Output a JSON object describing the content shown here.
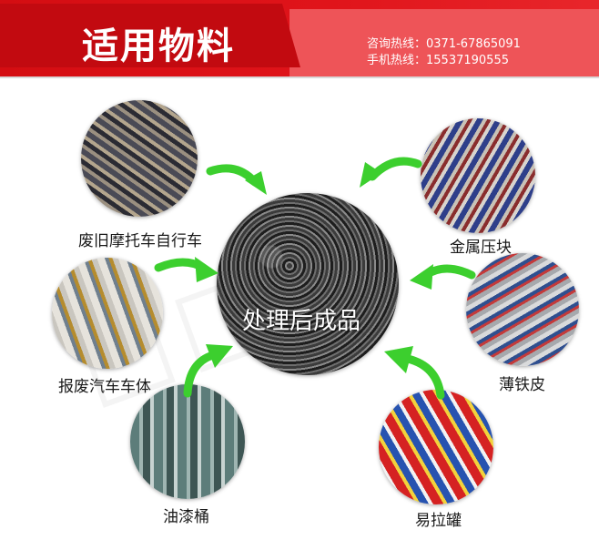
{
  "header": {
    "title": "适用物料",
    "hotline": "咨询热线：0371-67865091",
    "mobile": "手机热线：15537190555"
  },
  "center": {
    "label": "处理后成品"
  },
  "materials": [
    {
      "label": "废旧摩托车自行车"
    },
    {
      "label": "金属压块"
    },
    {
      "label": "报废汽车车体"
    },
    {
      "label": "薄铁皮"
    },
    {
      "label": "油漆桶"
    },
    {
      "label": "易拉罐"
    }
  ],
  "colors": {
    "header_red": "#d40d12",
    "arrow_green": "#3ccf2e"
  }
}
